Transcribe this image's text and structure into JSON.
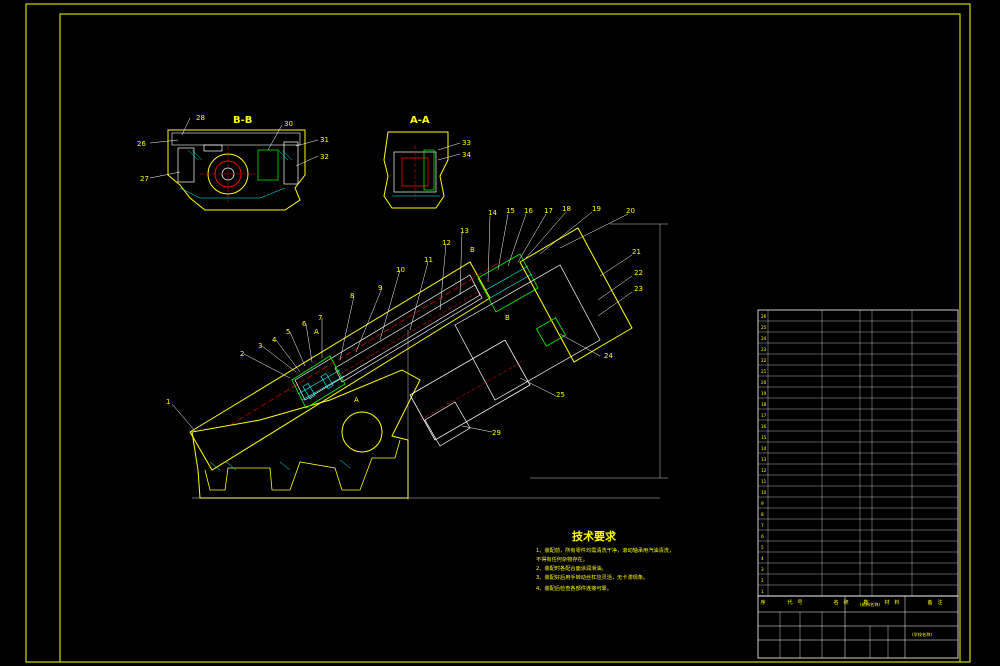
{
  "section_labels": {
    "bb": "B-B",
    "aa": "A-A",
    "mark_a": "A",
    "mark_b": "B"
  },
  "part_numbers": [
    "1",
    "2",
    "3",
    "4",
    "5",
    "6",
    "7",
    "8",
    "9",
    "10",
    "11",
    "12",
    "13",
    "14",
    "15",
    "16",
    "17",
    "18",
    "19",
    "20",
    "21",
    "22",
    "23",
    "24",
    "25",
    "26",
    "27",
    "28",
    "29",
    "30",
    "31",
    "32",
    "33",
    "34"
  ],
  "tech_req": {
    "title": "技术要求",
    "lines": [
      "1、装配前，所有零件均需清洗干净，滚动轴承用汽油清洗，",
      "   不得有任何杂物存在。",
      "2、装配时各配合面涂润滑油。",
      "3、装配好后用手转动丝杠应灵活，无卡滞现象。",
      "4、装配后检查各部件连接可靠。"
    ]
  },
  "parts_table": {
    "header": [
      "序",
      "代　号",
      "名　称",
      "数",
      "材　料",
      "备　注"
    ],
    "rows": 26
  },
  "title_block": {
    "drawing_title": "(机构名称)",
    "company": "(学校名称)"
  },
  "colors": {
    "background": "#000000",
    "outline": "#ffff00",
    "line": "#ffffff",
    "detail": "#00ff00",
    "center": "#ff0000",
    "hatch": "#00ffff"
  }
}
